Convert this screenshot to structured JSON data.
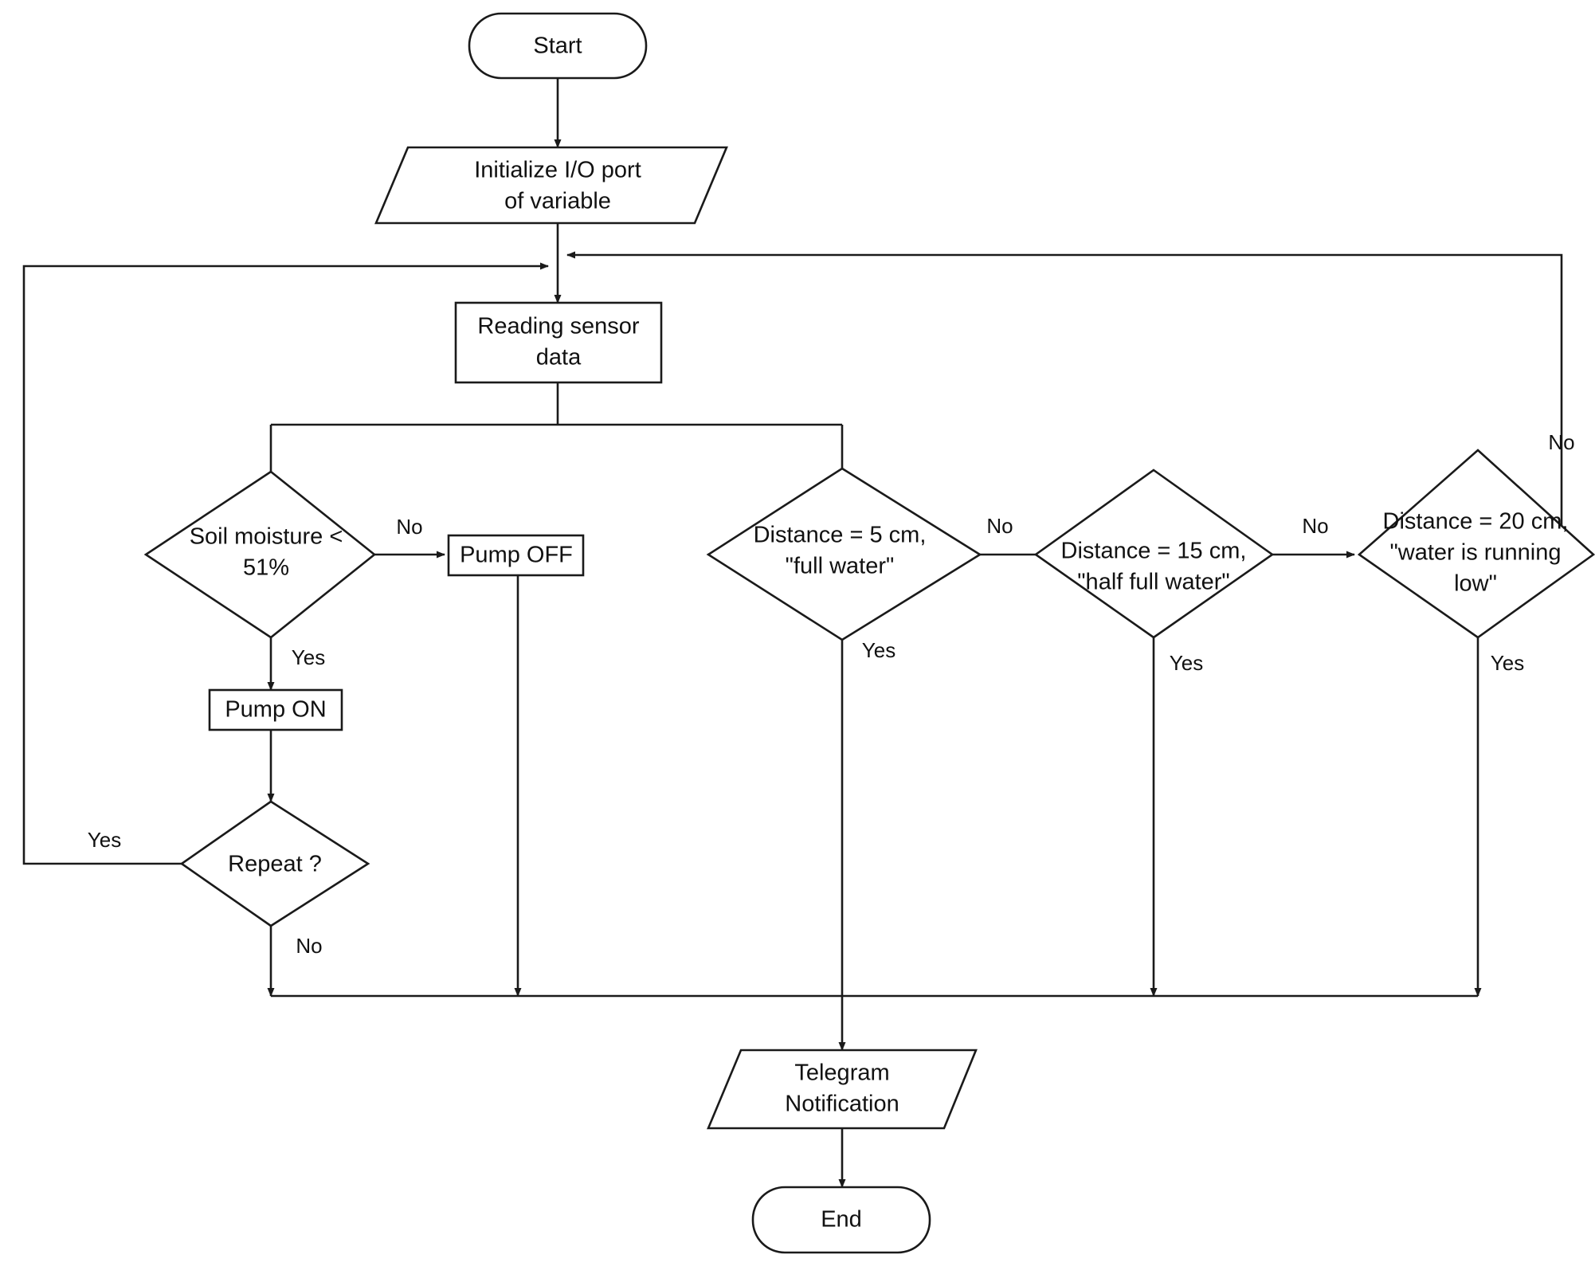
{
  "diagram": {
    "title": "Automatic Plant Watering System Flowchart",
    "background_color": "#ffffff",
    "line_color": "#1a1a1a",
    "text_color": "#111111"
  },
  "nodes": {
    "start": {
      "label": "Start",
      "type": "terminator"
    },
    "init": {
      "line1": "Initialize I/O port",
      "line2": "of variable",
      "type": "io-parallelogram"
    },
    "reading": {
      "line1": "Reading sensor",
      "line2": "data",
      "type": "process"
    },
    "soil_decision": {
      "line1": "Soil moisture <",
      "line2": "51%",
      "type": "decision"
    },
    "pump_off": {
      "label": "Pump OFF",
      "type": "process"
    },
    "pump_on": {
      "label": "Pump ON",
      "type": "process"
    },
    "repeat_decision": {
      "label": "Repeat ?",
      "type": "decision"
    },
    "dist5": {
      "line1": "Distance = 5 cm,",
      "line2": "\"full water\"",
      "type": "decision"
    },
    "dist15": {
      "line1": "Distance = 15 cm,",
      "line2": "\"half full water\"",
      "type": "decision"
    },
    "dist20": {
      "line1": "Distance = 20 cm,",
      "line2": "\"water is running",
      "line3": "low\"",
      "type": "decision"
    },
    "telegram": {
      "line1": "Telegram",
      "line2": "Notification",
      "type": "io-parallelogram"
    },
    "end": {
      "label": "End",
      "type": "terminator"
    }
  },
  "edge_labels": {
    "soil_no": "No",
    "soil_yes": "Yes",
    "repeat_yes": "Yes",
    "repeat_no": "No",
    "dist5_no": "No",
    "dist5_yes": "Yes",
    "dist15_no": "No",
    "dist15_yes": "Yes",
    "dist20_no": "No",
    "dist20_yes": "Yes"
  }
}
